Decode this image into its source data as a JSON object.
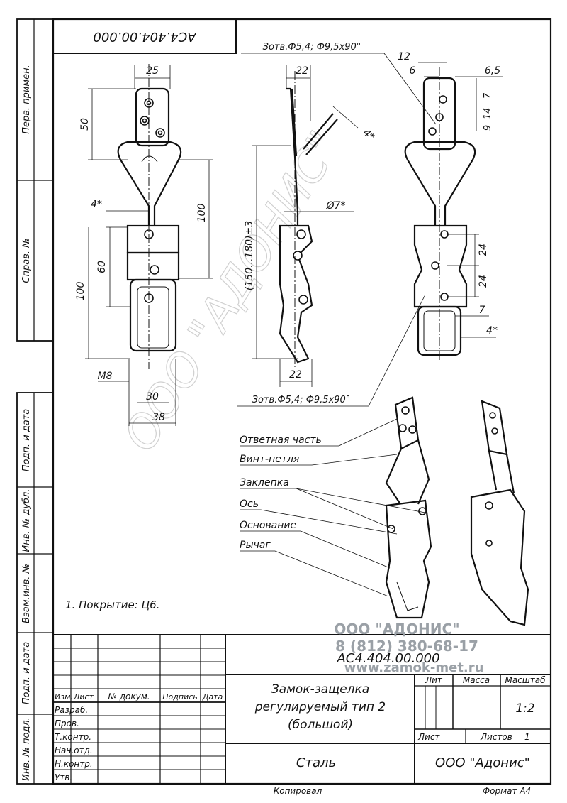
{
  "doc_code_top": "АС4.404.00.000",
  "side_labels": {
    "perv_primen": "Перв. примен.",
    "sprav_no": "Справ. №",
    "podp_data_1": "Подп. и дата",
    "inv_dubl": "Инв. № дубл.",
    "vzam_inv": "Взам.инв. №",
    "podp_data_2": "Подп. и дата",
    "inv_podl": "Инв. № подл."
  },
  "dimensions": {
    "front": [
      "25",
      "50",
      "100",
      "4*",
      "60",
      "100",
      "М8",
      "30",
      "38"
    ],
    "side": [
      "22",
      "4*",
      "Ø7*",
      "(150...180)±3",
      "22"
    ],
    "right": [
      "12",
      "6",
      "6,5",
      "7",
      "14",
      "9",
      "24",
      "24",
      "7",
      "4*"
    ]
  },
  "hole_note_top": "Зотв.Ф5,4;  Ф9,5х90°",
  "hole_note_bottom": "Зотв.Ф5,4;  Ф9,5х90°",
  "callouts": [
    "Ответная часть",
    "Винт-петля",
    "Заклепка",
    "Ось",
    "Основание",
    "Рычаг"
  ],
  "note": "1. Покрытие: Ц6.",
  "watermark": {
    "company": "ООО \"АДОНИС\"",
    "phone": "8 (812) 380-68-17",
    "site": "www.zamok-met.ru"
  },
  "ghost_text": "ООО \"АДОНИС\"",
  "title_block": {
    "doc_code": "АС4.404.00.000",
    "headers": {
      "izm": "Изм.",
      "list": "Лист",
      "doc_no": "№ докум.",
      "podpis": "Подпись",
      "data": "Дата"
    },
    "roles": [
      "Разраб.",
      "Пров.",
      "Т.контр.",
      "Нач.отд.",
      "Н.контр.",
      "Утв."
    ],
    "name_line1": "Замок-защелка",
    "name_line2": "регулируемый тип 2",
    "name_line3": "(большой)",
    "lit": "Лит",
    "massa": "Масса",
    "masshtab": "Масштаб",
    "scale": "1:2",
    "list": "Лист",
    "listov": "Листов",
    "listov_count": "1",
    "material": "Сталь",
    "org": "ООО \"Адонис\""
  },
  "kopiroval": "Копировал",
  "format": "Формат А4"
}
